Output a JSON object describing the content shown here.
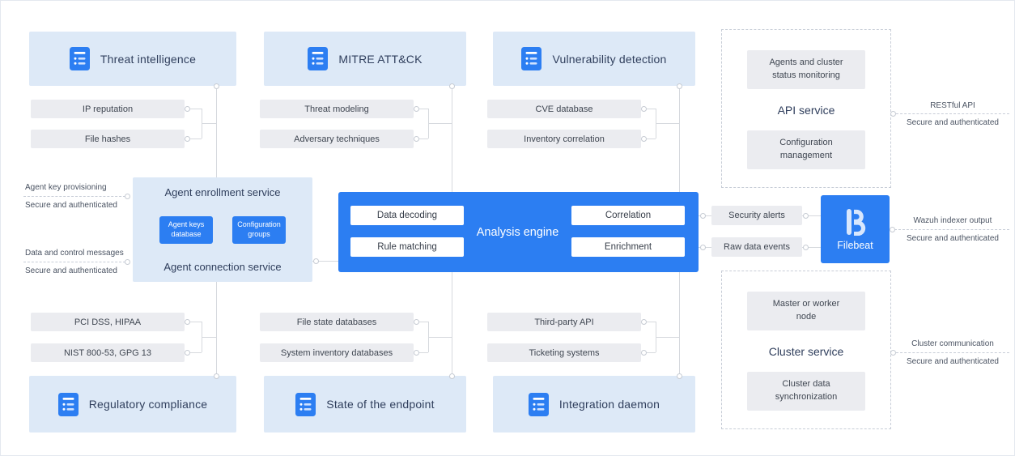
{
  "modules": {
    "threat_intelligence": {
      "title": "Threat intelligence",
      "pills": [
        "IP reputation",
        "File hashes"
      ]
    },
    "mitre_attack": {
      "title": "MITRE ATT&CK",
      "pills": [
        "Threat modeling",
        "Adversary techniques"
      ]
    },
    "vulnerability_detection": {
      "title": "Vulnerability detection",
      "pills": [
        "CVE database",
        "Inventory correlation"
      ]
    },
    "regulatory_compliance": {
      "title": "Regulatory compliance",
      "pills": [
        "PCI DSS, HIPAA",
        "NIST 800-53, GPG 13"
      ]
    },
    "state_of_endpoint": {
      "title": "State of the endpoint",
      "pills": [
        "File state databases",
        "System inventory databases"
      ]
    },
    "integration_daemon": {
      "title": "Integration daemon",
      "pills": [
        "Third-party API",
        "Ticketing systems"
      ]
    }
  },
  "agent_services": {
    "enrollment_title": "Agent enrollment service",
    "connection_title": "Agent connection service",
    "keys_db": "Agent keys database",
    "config_groups": "Configuration groups",
    "enrollment_annotation": {
      "line1": "Agent key provisioning",
      "line2": "Secure and authenticated"
    },
    "connection_annotation": {
      "line1": "Data and control messages",
      "line2": "Secure and authenticated"
    }
  },
  "analysis_engine": {
    "title": "Analysis engine",
    "steps": [
      "Data decoding",
      "Rule matching",
      "Correlation",
      "Enrichment"
    ],
    "outputs": [
      "Security alerts",
      "Raw data events"
    ]
  },
  "filebeat": {
    "label": "Filebeat",
    "annotation": {
      "line1": "Wazuh indexer output",
      "line2": "Secure and authenticated"
    }
  },
  "api_service": {
    "title": "API service",
    "item_top": "Agents and cluster status monitoring",
    "item_bottom": "Configuration management",
    "annotation": {
      "line1": "RESTful API",
      "line2": "Secure and authenticated"
    }
  },
  "cluster_service": {
    "title": "Cluster service",
    "item_top": "Master or worker node",
    "item_bottom": "Cluster data synchronization",
    "annotation": {
      "line1": "Cluster communication",
      "line2": "Secure and authenticated"
    }
  },
  "colors": {
    "accent_blue": "#2c7ef2",
    "module_bg": "#dde9f7",
    "pill_bg": "#ebecf0",
    "title_text": "#2f3e5c"
  }
}
